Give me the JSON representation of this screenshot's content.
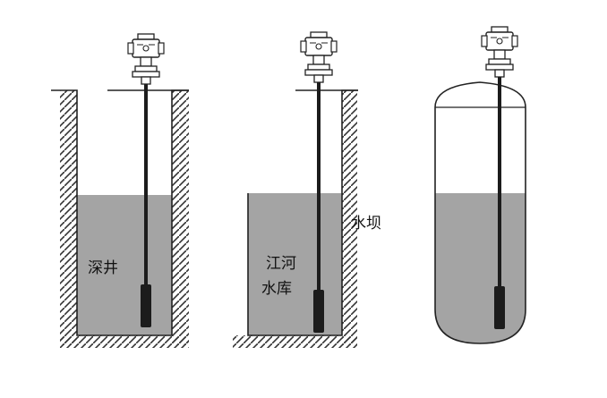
{
  "scenes": [
    {
      "name": "deep-well",
      "labels": [
        "深井"
      ]
    },
    {
      "name": "river-reservoir",
      "labels": [
        "江河",
        "水库"
      ],
      "side_label": "水坝"
    },
    {
      "name": "pressure-tank",
      "labels": []
    }
  ],
  "colors": {
    "liquid": "#a4a4a4",
    "outline": "#222222",
    "rod": "#1c1c1c",
    "hatch": "#333333",
    "background": "#ffffff"
  },
  "icons": [
    "level-transmitter-head-icon",
    "level-transmitter-head-icon",
    "level-transmitter-head-icon"
  ]
}
